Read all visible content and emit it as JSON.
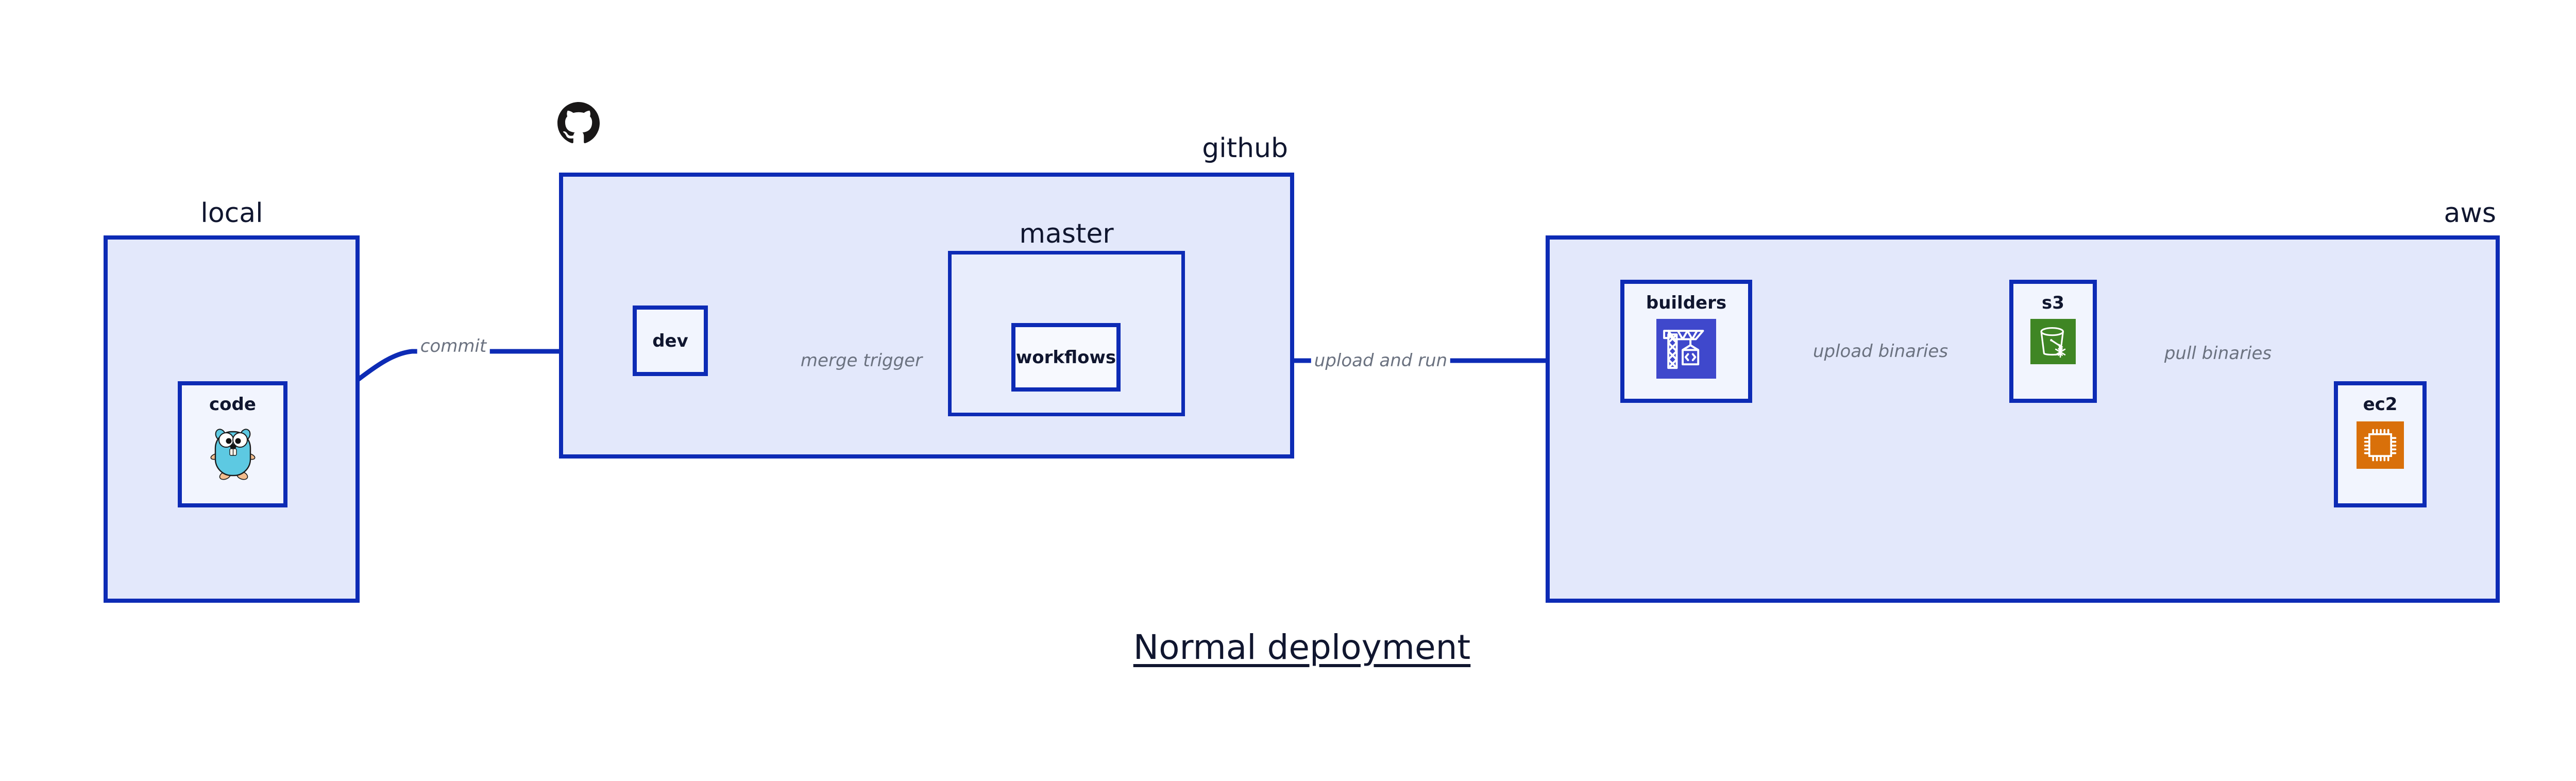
{
  "diagram": {
    "title": "Normal deployment",
    "colors": {
      "container_fill": "#e3e8fb",
      "subcontainer_fill": "#e8edfc",
      "node_fill": "#f2f5fe",
      "stroke": "#0d2bb5",
      "text": "#10162f",
      "edge_label": "#6b7280",
      "builders_icon_bg": "#3f48cc",
      "s3_icon_bg": "#3f8624",
      "ec2_icon_bg": "#d9700a",
      "gopher_body": "#5dc9e2",
      "github_logo": "#191717"
    }
  },
  "groups": {
    "local": {
      "label": "local"
    },
    "github": {
      "label": "github",
      "logo_icon": "github-octocat-icon"
    },
    "master": {
      "label": "master"
    },
    "aws": {
      "label": "aws"
    }
  },
  "nodes": {
    "code": {
      "label": "code",
      "icon": "go-gopher-icon"
    },
    "dev": {
      "label": "dev",
      "icon": ""
    },
    "workflows": {
      "label": "workflows",
      "icon": ""
    },
    "builders": {
      "label": "builders",
      "icon": "aws-codebuild-crane-icon"
    },
    "s3": {
      "label": "s3",
      "icon": "aws-s3-bucket-icon"
    },
    "ec2": {
      "label": "ec2",
      "icon": "aws-ec2-chip-icon"
    }
  },
  "edges": [
    {
      "id": "code-to-dev",
      "label": "commit",
      "from": "code",
      "to": "dev"
    },
    {
      "id": "dev-to-workflows",
      "label": "merge trigger",
      "from": "dev",
      "to": "workflows"
    },
    {
      "id": "workflows-to-builders",
      "label": "upload and run",
      "from": "workflows",
      "to": "builders"
    },
    {
      "id": "builders-to-s3",
      "label": "upload binaries",
      "from": "builders",
      "to": "s3"
    },
    {
      "id": "s3-to-ec2",
      "label": "pull binaries",
      "from": "s3",
      "to": "ec2"
    }
  ]
}
